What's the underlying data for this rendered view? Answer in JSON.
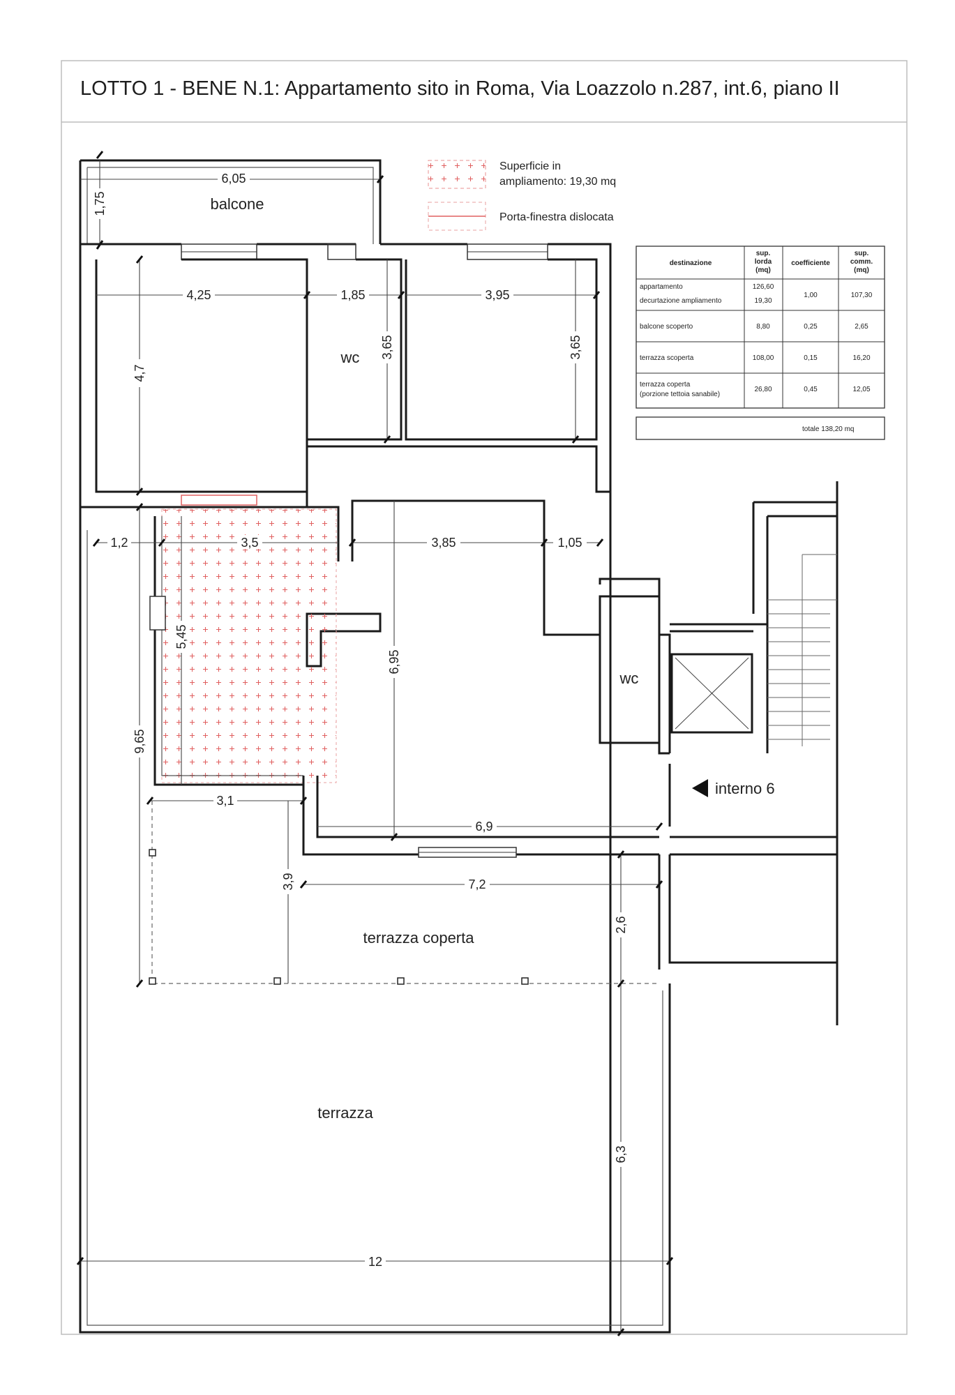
{
  "title": "LOTTO 1 - BENE N.1: Appartamento sito in Roma, Via Loazzolo n.287,  int.6, piano II",
  "legend": {
    "ampliamento_line1": "Superficie in",
    "ampliamento_line2": "ampliamento: 19,30 mq",
    "porta": "Porta-finestra dislocata"
  },
  "table": {
    "headers": {
      "destinazione": "destinazione",
      "sup_lorda": [
        "sup.",
        "lorda",
        "(mq)"
      ],
      "coefficiente": "coefficiente",
      "sup_comm": [
        "sup.",
        "comm.",
        "(mq)"
      ]
    },
    "rows": [
      {
        "dest": [
          "appartamento",
          "decurtazione  ampliamento"
        ],
        "lorda": [
          "126,60",
          "19,30"
        ],
        "coeff": "1,00",
        "comm": "107,30"
      },
      {
        "dest": [
          "balcone scoperto"
        ],
        "lorda": [
          "8,80"
        ],
        "coeff": "0,25",
        "comm": "2,65"
      },
      {
        "dest": [
          "terrazza scoperta"
        ],
        "lorda": [
          "108,00"
        ],
        "coeff": "0,15",
        "comm": "16,20"
      },
      {
        "dest": [
          "terrazza coperta",
          "(porzione tettoia sanabile)"
        ],
        "lorda": [
          "26,80"
        ],
        "coeff": "0,45",
        "comm": "12,05"
      }
    ],
    "total": "totale    138,20 mq"
  },
  "rooms": {
    "balcone": "balcone",
    "wc1": "wc",
    "wc2": "wc",
    "interno": "interno 6",
    "terrazza_coperta": "terrazza coperta",
    "terrazza": "terrazza"
  },
  "dimensions": {
    "d605": "6,05",
    "d175": "1,75",
    "d425": "4,25",
    "d185": "1,85",
    "d395": "3,95",
    "d47": "4,7",
    "d365a": "3,65",
    "d365b": "3,65",
    "d12a": "1,2",
    "d35": "3,5",
    "d385": "3,85",
    "d105": "1,05",
    "d545": "5,45",
    "d695": "6,95",
    "d965": "9,65",
    "d31": "3,1",
    "d69": "6,9",
    "d39": "3,9",
    "d72": "7,2",
    "d26": "2,6",
    "d63": "6,3",
    "d12": "12"
  },
  "colors": {
    "wall": "#1a1a1a",
    "ampliamento_marks": "#e06060",
    "porta": "#e08080",
    "frame": "#bdbdbd"
  }
}
